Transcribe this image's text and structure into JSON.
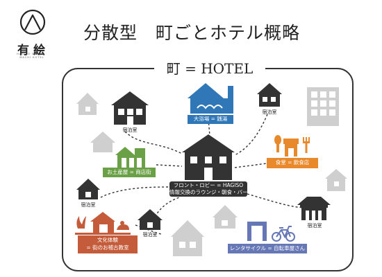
{
  "slide": {
    "title": "分散型　町ごとホテル概略"
  },
  "logo": {
    "kanji": "有 絵",
    "sub": "HAGISO GROUP · MACHI HOTEL"
  },
  "frame": {
    "title": "町 = HOTEL"
  },
  "center": {
    "line1": "フロント・ロビー = HAGISO",
    "line2": "情報交換のラウンジ・朝食・バー"
  },
  "nodes": {
    "bath": "大浴場 = 銭湯",
    "shop": "お土産屋 = 商店街",
    "dining": "食堂 = 飲食店",
    "culture_1": "文化体験",
    "culture_2": "= 街のお稽古教室",
    "cycle": "レンタサイクル = 自転車屋さん"
  },
  "rooms": {
    "top_left": "宿泊室",
    "top_right": "宿泊室",
    "mid_left": "宿泊室",
    "bottom_mid": "宿泊室",
    "bottom_right": "宿泊室"
  },
  "colors": {
    "bath": "#2f77b6",
    "shop": "#6aa046",
    "dining": "#e8892b",
    "culture": "#c45b3a",
    "cycle": "#6677b6",
    "room": "#333333",
    "ghost": "#cfcfcf",
    "frame": "#333333"
  }
}
